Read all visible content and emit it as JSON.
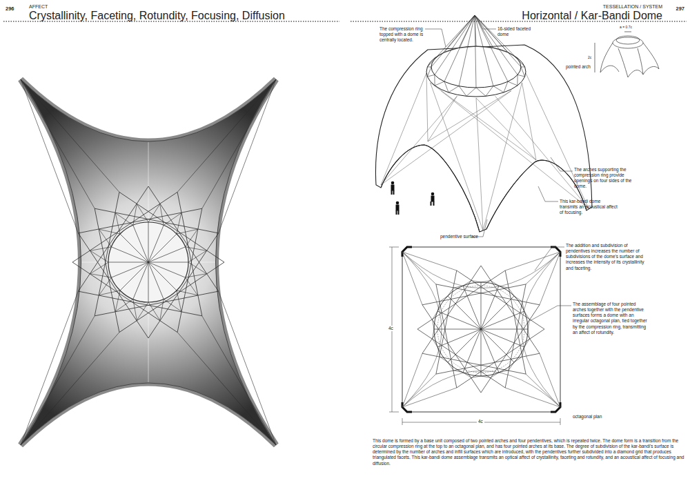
{
  "diagram": {
    "title": "Crystallinity, Faceting, Rotundity, Focusing, Diffusion",
    "caption": "This dome is formed by a base unit composed of two pointed arches and four pendentives, which is repeated twice. The dome form is a transition from the circular compression ring at the top to an octagonal plan, and has four pointed arches at its base. The degree of subdivision of the kar-bandi's surface is determined by the number of arches and infill surfaces which are introduced, with the pendentives further subdivided into a diamond grid that produces triangulated facets. This kar-bandi dome assemblage transmits an optical affect of crystallinity, faceting and rotundity, and an acoustical affect of focusing and diffusion.",
    "labels": [
      "296",
      "AFFECT",
      "TESSELLATION / SYSTEM",
      "297",
      "Horizontal / Kar-Bandi Dome",
      "The compression ring topped with a dome is centrally located.",
      "16-sided faceted dome",
      "pointed arch",
      "a = 0.7c",
      "2c",
      "The arches supporting the compression ring provide openings on four sides of the dome.",
      "This kar-bandi dome transmits an acoustical affect of focusing.",
      "pendentive surface",
      "The addition and subdivision of pendentives increases the number of subdivisions of the dome's surface and increases the intensity of its crystallinity and faceting.",
      "The assemblage of four pointed arches together with the pendentive surfaces forms a dome with an irregular octagonal plan, tied together by the compression ring, transmitting an affect of rotundity.",
      "4c",
      "4c",
      "octagonal plan"
    ]
  }
}
